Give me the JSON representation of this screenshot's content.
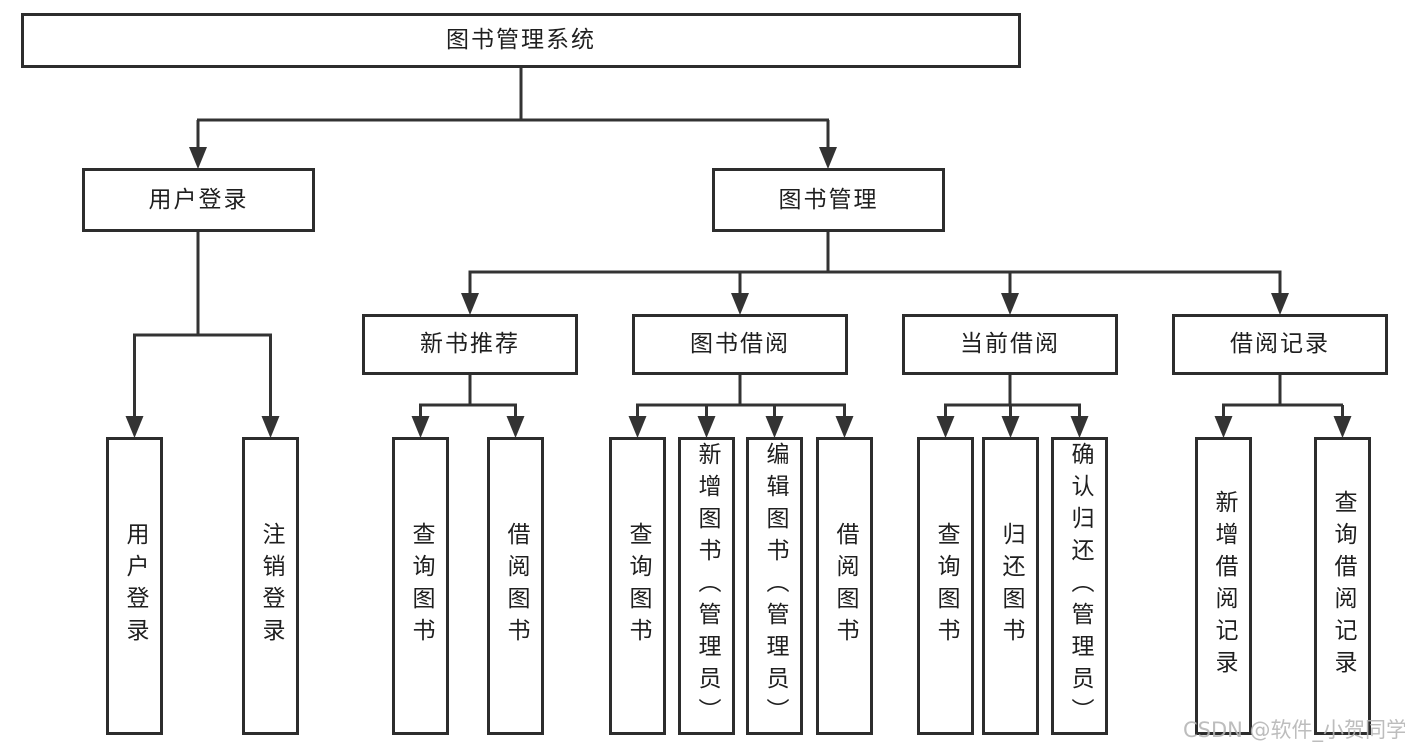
{
  "diagram_title": "图书管理系统",
  "watermark": "CSDN @软件_小贺同学",
  "colors": {
    "line": "#333333",
    "box_border": "#2d2d2d",
    "box_fill": "#ffffff",
    "text": "#1f1f1f",
    "watermark": "#b6b6b6"
  },
  "tree": {
    "label": "图书管理系统",
    "children": [
      {
        "label": "用户登录",
        "children": [
          {
            "label": "用户登录"
          },
          {
            "label": "注销登录"
          }
        ]
      },
      {
        "label": "图书管理",
        "children": [
          {
            "label": "新书推荐",
            "children": [
              {
                "label": "查询图书"
              },
              {
                "label": "借阅图书"
              }
            ]
          },
          {
            "label": "图书借阅",
            "children": [
              {
                "label": "查询图书"
              },
              {
                "label": "新增图书（管理员）"
              },
              {
                "label": "编辑图书（管理员）"
              },
              {
                "label": "借阅图书"
              }
            ]
          },
          {
            "label": "当前借阅",
            "children": [
              {
                "label": "查询图书"
              },
              {
                "label": "归还图书"
              },
              {
                "label": "确认归还（管理员）"
              }
            ]
          },
          {
            "label": "借阅记录",
            "children": [
              {
                "label": "新增借阅记录"
              },
              {
                "label": "查询借阅记录"
              }
            ]
          }
        ]
      }
    ]
  }
}
